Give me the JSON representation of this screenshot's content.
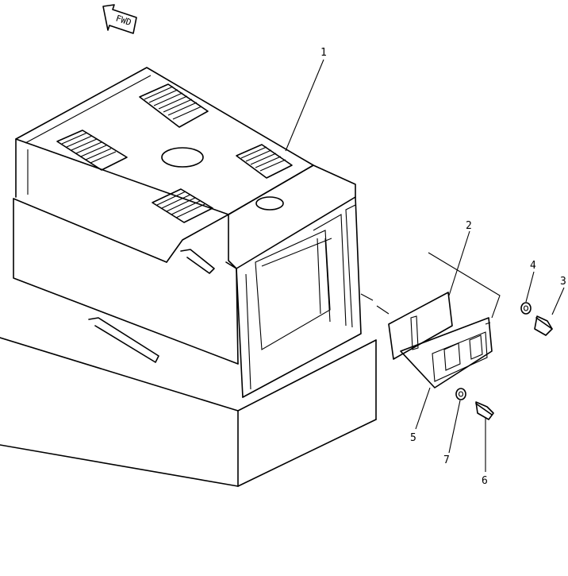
{
  "direction_arrow": {
    "text": "FWD"
  },
  "callouts": [
    {
      "id": "c1",
      "text": "1"
    },
    {
      "id": "c2",
      "text": "2"
    },
    {
      "id": "c3",
      "text": "3"
    },
    {
      "id": "c4",
      "text": "4"
    },
    {
      "id": "c5",
      "text": "5"
    },
    {
      "id": "c6",
      "text": "6"
    },
    {
      "id": "c7",
      "text": "7"
    }
  ]
}
